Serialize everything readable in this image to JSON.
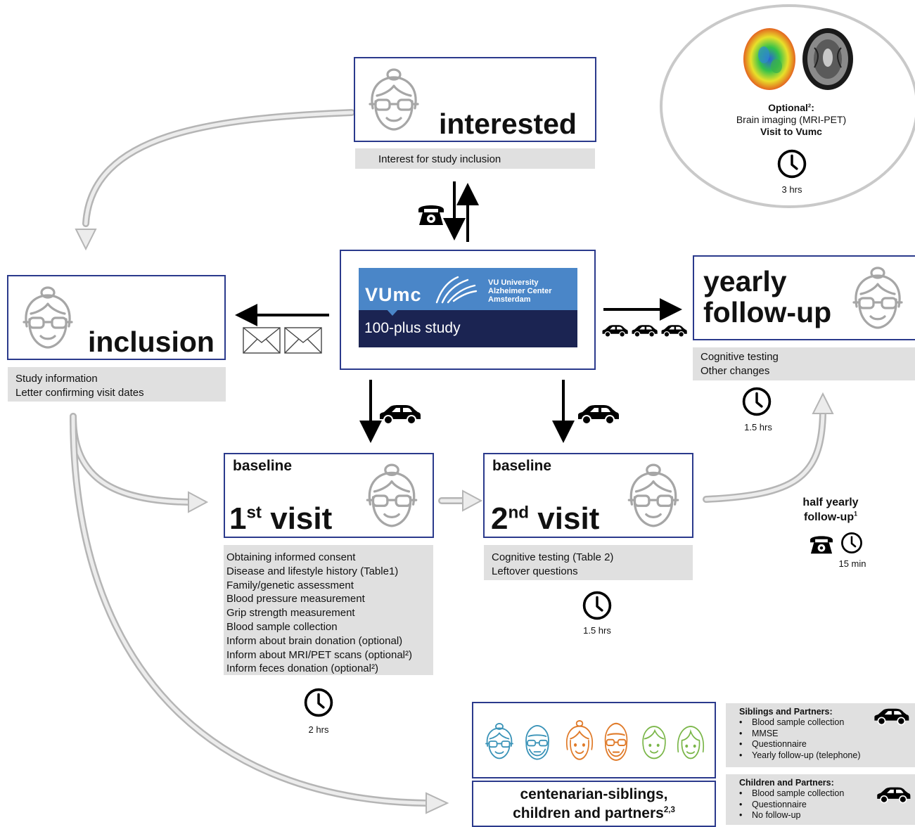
{
  "interested": {
    "title": "interested",
    "subtitle": "Interest for study inclusion"
  },
  "center": {
    "logo_text": "VUmc",
    "org_line1": "VU University",
    "org_line2": "Alzheimer Center",
    "org_line3": "Amsterdam",
    "study_name": "100-plus study"
  },
  "inclusion": {
    "title": "inclusion",
    "details": [
      "Study information",
      "Letter confirming visit dates"
    ]
  },
  "yearly": {
    "title_line1": "yearly",
    "title_line2": "follow-up",
    "details": [
      "Cognitive testing",
      "Other changes"
    ],
    "duration": "1.5 hrs"
  },
  "visit1": {
    "label": "baseline",
    "title_num": "1",
    "title_sup": "st",
    "title_word": "visit",
    "details": [
      "Obtaining informed consent",
      "Disease and lifestyle history (Table1)",
      "Family/genetic assessment",
      "Blood pressure measurement",
      "Grip strength measurement",
      "Blood sample collection",
      "Inform about brain donation (optional)",
      "Inform about MRI/PET scans (optional²)",
      "Inform feces donation (optional²)"
    ],
    "duration": "2 hrs"
  },
  "visit2": {
    "label": "baseline",
    "title_num": "2",
    "title_sup": "nd",
    "title_word": "visit",
    "details": [
      "Cognitive testing (Table 2)",
      "Leftover questions"
    ],
    "duration": "1.5 hrs"
  },
  "imaging": {
    "title": "Optional",
    "title_sup": "2",
    "title_suffix": ":",
    "line1": "Brain imaging (MRI-PET)",
    "line2": "Visit to Vumc",
    "duration": "3 hrs"
  },
  "halfyearly": {
    "line1": "half yearly",
    "line2": "follow-up",
    "sup": "1",
    "duration": "15 min"
  },
  "family": {
    "title_line1": "centenarian-siblings,",
    "title_line2": "children and partners",
    "title_sup": "2,3"
  },
  "siblings": {
    "title": "Siblings and Partners:",
    "items": [
      "Blood sample collection",
      "MMSE",
      "Questionnaire",
      "Yearly follow-up (telephone)"
    ]
  },
  "children": {
    "title": "Children and Partners:",
    "items": [
      "Blood sample collection",
      "Questionnaire",
      "No follow-up"
    ]
  },
  "colors": {
    "box_border": "#2b3a8c",
    "logo_blue": "#4a86c8",
    "logo_navy": "#1b2452",
    "gray_panel": "#e0e0e0",
    "face_gray": "#a6a6a6",
    "family_teal": "#3a93b8",
    "family_orange": "#e07b2a",
    "family_green": "#7ab648"
  },
  "icons": [
    "elderly-face-icon",
    "telephone-icon",
    "envelope-icon",
    "car-icon",
    "clock-icon",
    "brain-scan-icon"
  ]
}
